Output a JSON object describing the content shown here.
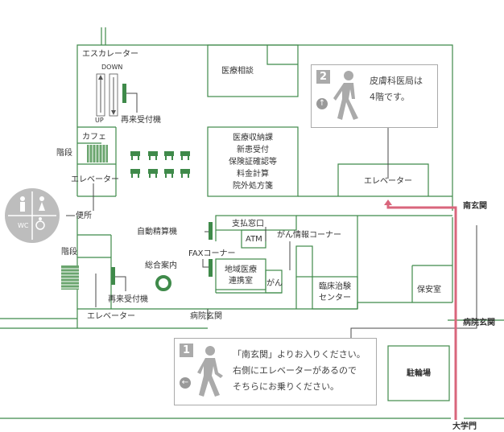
{
  "colors": {
    "wall": "#3f8a4a",
    "route": "#d9667c",
    "panel_border": "#aaaaaa",
    "badge": "#aaaaaa"
  },
  "labels": {
    "escalator": "エスカレーター",
    "down": "DOWN",
    "up": "UP",
    "reentry_reception_top": "再来受付機",
    "medical_consultation": "医療相談",
    "cafe": "カフェ",
    "stairs_upper": "階段",
    "elevator_left_upper": "エレベーター",
    "toilet": "便所",
    "stairs_lower": "階段",
    "reentry_reception_bottom": "再来受付機",
    "elevator_left_lower": "エレベーター",
    "billing_desk": [
      "医療収納課",
      "新患受付",
      "保険証確認等",
      "料金計算",
      "院外処方箋"
    ],
    "elevator_right": "エレベーター",
    "south_entrance": "南玄関",
    "auto_payment": "自動精算機",
    "payment_window": "支払窓口",
    "atm": "ATM",
    "cancer_info_corner": "がん情報コーナー",
    "fax_corner": "FAXコーナー",
    "general_info": "総合案内",
    "regional_liaison": [
      "地域医療",
      "連携室"
    ],
    "cancer_small": "がん",
    "clinical_trial_center": [
      "臨床治験",
      "センター"
    ],
    "security_room": "保安室",
    "hospital_entrance_inside": "病院玄関",
    "hospital_entrance_outside": "病院玄関",
    "bicycle_parking": "駐輪場",
    "university_gate": "大学門",
    "wc": "WC"
  },
  "info_panels": [
    {
      "number": "2",
      "lines": [
        "皮膚科医局は",
        "4階です。"
      ],
      "direction_icon": "up-arrow-icon"
    },
    {
      "number": "1",
      "lines": [
        "「南玄関」よりお入りください。",
        "右側にエレベーターがあるので",
        "そちらにお乗りください。"
      ],
      "direction_icon": "left-arrow-icon"
    }
  ]
}
